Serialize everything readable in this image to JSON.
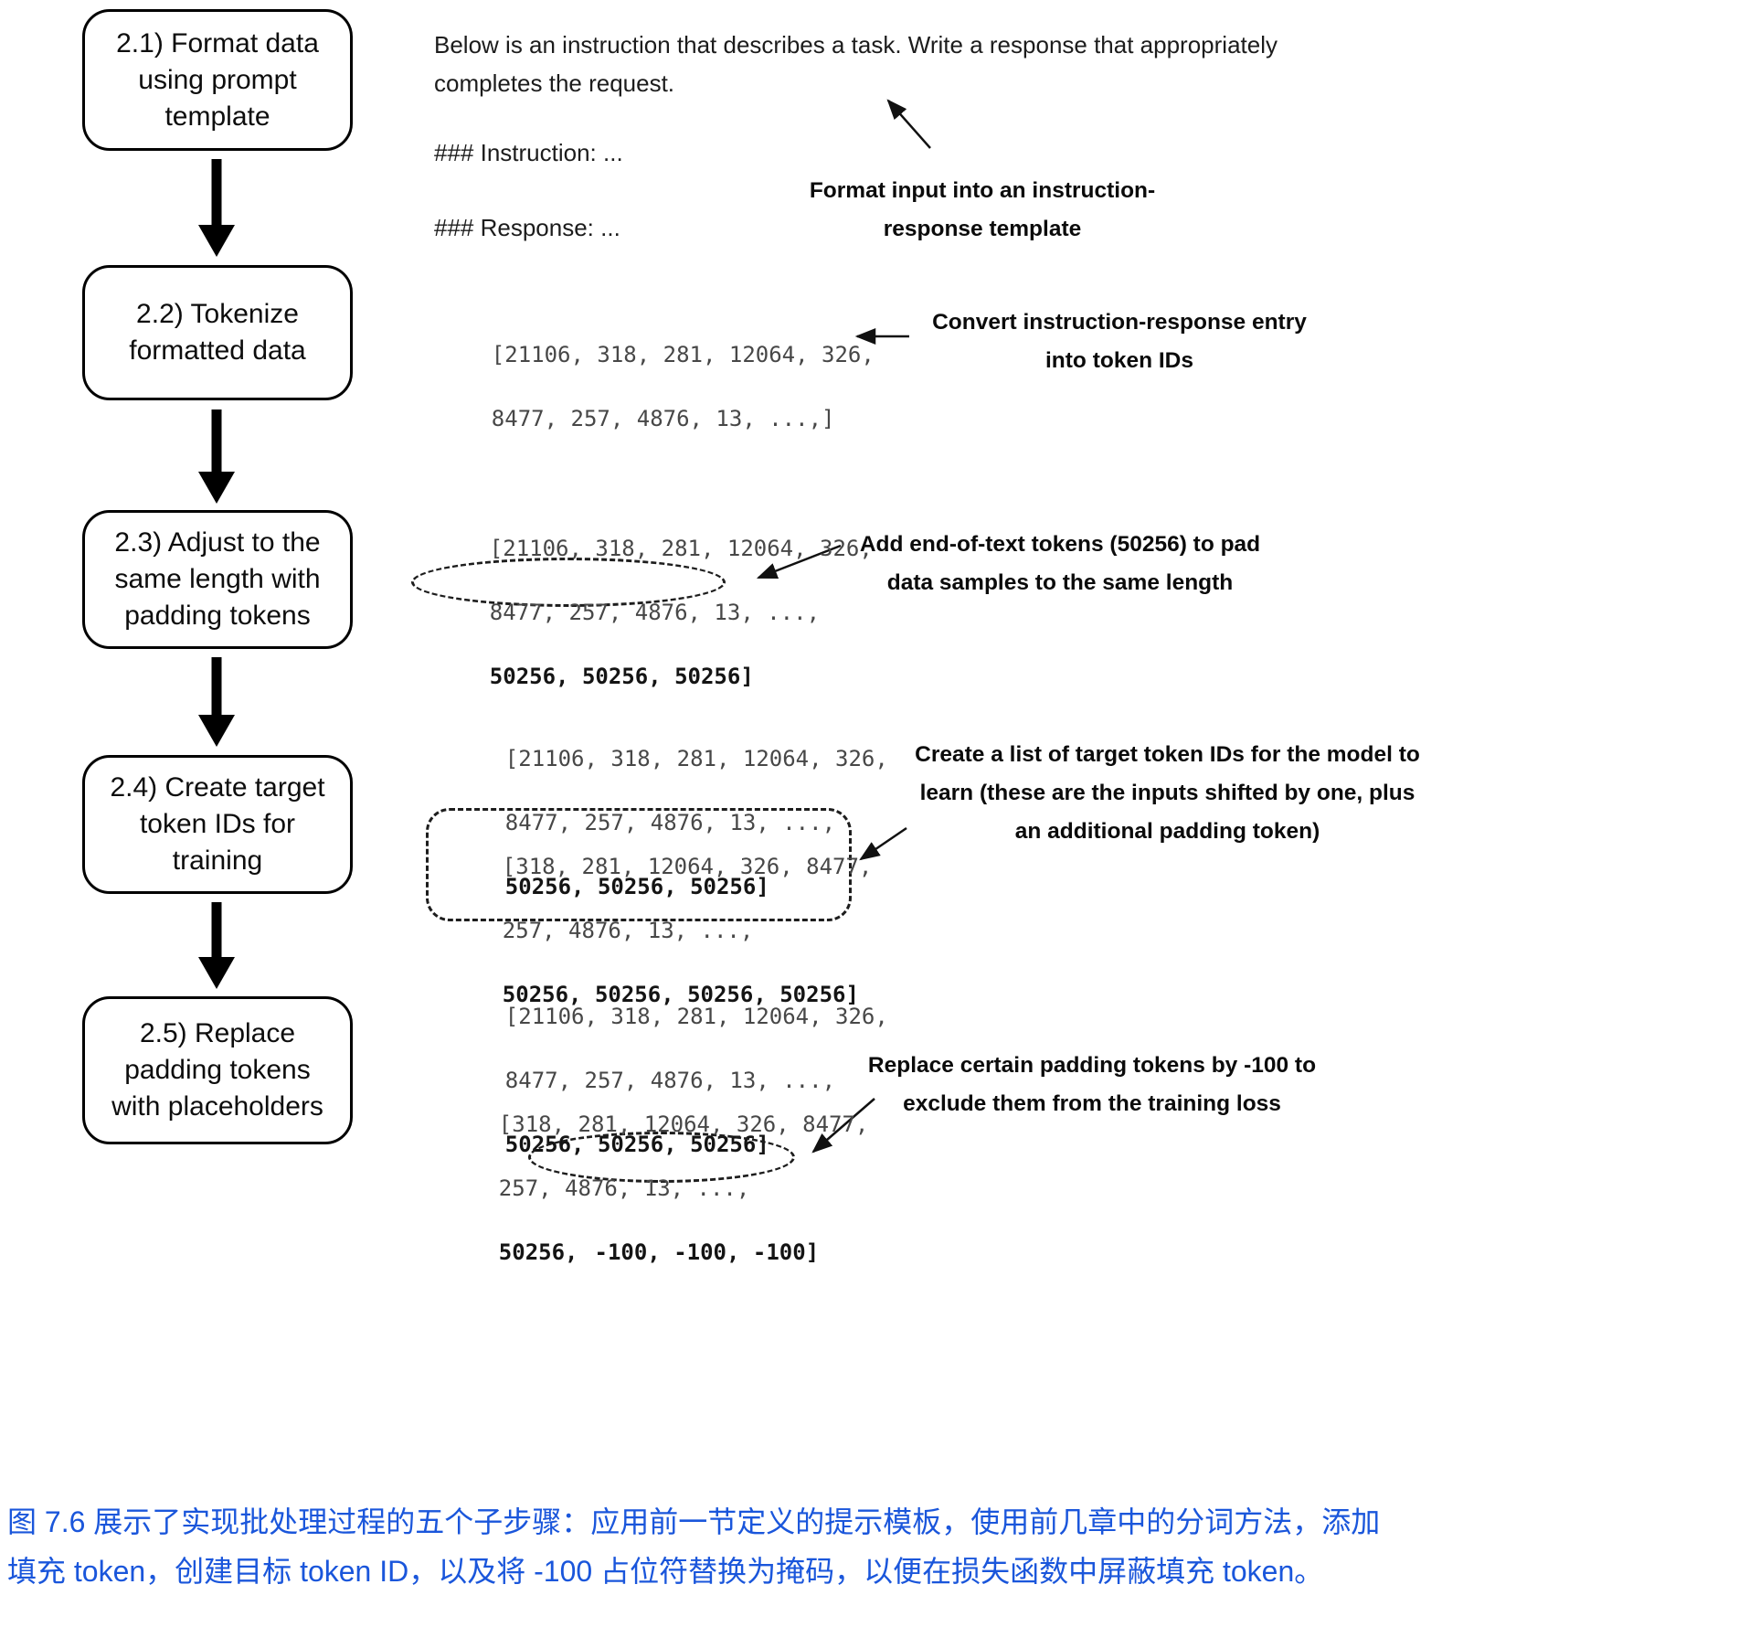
{
  "flow": {
    "steps": [
      {
        "label": "2.1) Format data\nusing prompt\ntemplate"
      },
      {
        "label": "2.2) Tokenize\nformatted data"
      },
      {
        "label": "2.3) Adjust to the\nsame length with\npadding tokens"
      },
      {
        "label": "2.4) Create target\ntoken IDs for\ntraining"
      },
      {
        "label": "2.5) Replace\npadding tokens\nwith placeholders"
      }
    ]
  },
  "examples": {
    "prompt_template": "Below is an instruction that describes a task. Write a response that appropriately\ncompletes the request.",
    "instruction_line": "### Instruction: ...",
    "response_line": "### Response: ...",
    "tokens_step22": [
      "[21106, 318, 281, 12064, 326,",
      "8477, 257, 4876, 13, ...,]"
    ],
    "tokens_step23": [
      "[21106, 318, 281, 12064, 326,",
      "8477, 257, 4876, 13, ...,",
      "50256, 50256, 50256]"
    ],
    "tokens_step24_inputs": [
      "[21106, 318, 281, 12064, 326,",
      "8477, 257, 4876, 13, ...,",
      "50256, 50256, 50256]"
    ],
    "tokens_step24_targets": [
      "[318, 281, 12064, 326, 8477,",
      "257, 4876, 13, ...,",
      "50256, 50256, 50256, 50256]"
    ],
    "tokens_step25_inputs": [
      "[21106, 318, 281, 12064, 326,",
      "8477, 257, 4876, 13, ...,",
      "50256, 50256, 50256]"
    ],
    "tokens_step25_targets": [
      "[318, 281, 12064, 326, 8477,",
      "257, 4876, 13, ...,",
      "50256,",
      "-100, -100, -100]"
    ]
  },
  "annotations": [
    {
      "text": "Format input into an instruction-\nresponse template"
    },
    {
      "text": "Convert instruction-response entry\ninto token IDs"
    },
    {
      "text": "Add end-of-text tokens (50256) to pad\ndata samples to the same length"
    },
    {
      "text": "Create a list of target token IDs for the model to\nlearn (these are the inputs shifted by one, plus\nan additional padding token)"
    },
    {
      "text": "Replace certain padding tokens by -100 to\nexclude them from the training loss"
    }
  ],
  "caption": {
    "text": "图 7.6 展示了实现批处理过程的五个子步骤：应用前一节定义的提示模板，使用前几章中的分词方法，添加\n填充 token，创建目标 token ID，以及将 -100 占位符替换为掩码，以便在损失函数中屏蔽填充 token。",
    "color": "#1a56db"
  },
  "colors": {
    "box_border": "#000000",
    "token_text": "#474747",
    "token_bold": "#141414",
    "caption": "#1a56db"
  }
}
